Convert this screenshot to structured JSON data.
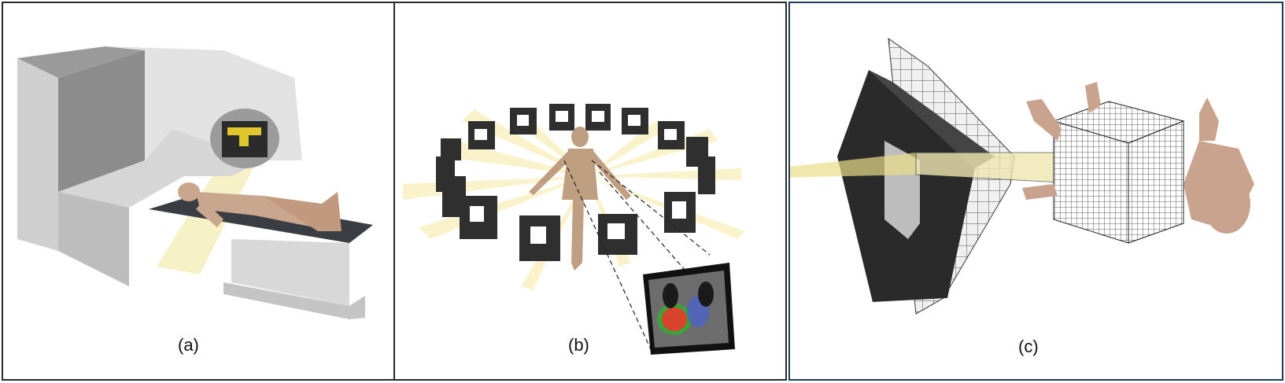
{
  "panels": {
    "a": {
      "caption": "(a)"
    },
    "b": {
      "caption": "(b)"
    },
    "c": {
      "caption": "(c)"
    }
  },
  "colors": {
    "gantry": "#dcdcdc",
    "gantry_shadow": "#8f8f8f",
    "couch": "#3a3d42",
    "skin": "#c9a68e",
    "beam": "#e8d35a",
    "mlc_leaf": "#2b2b2b",
    "aperture": "#c9b21a",
    "grid": "#9aa0a6"
  },
  "icons": [
    "linac-gantry",
    "patient-body",
    "treatment-couch",
    "mlc-collimator",
    "ct-slice",
    "voxel-phantom"
  ]
}
